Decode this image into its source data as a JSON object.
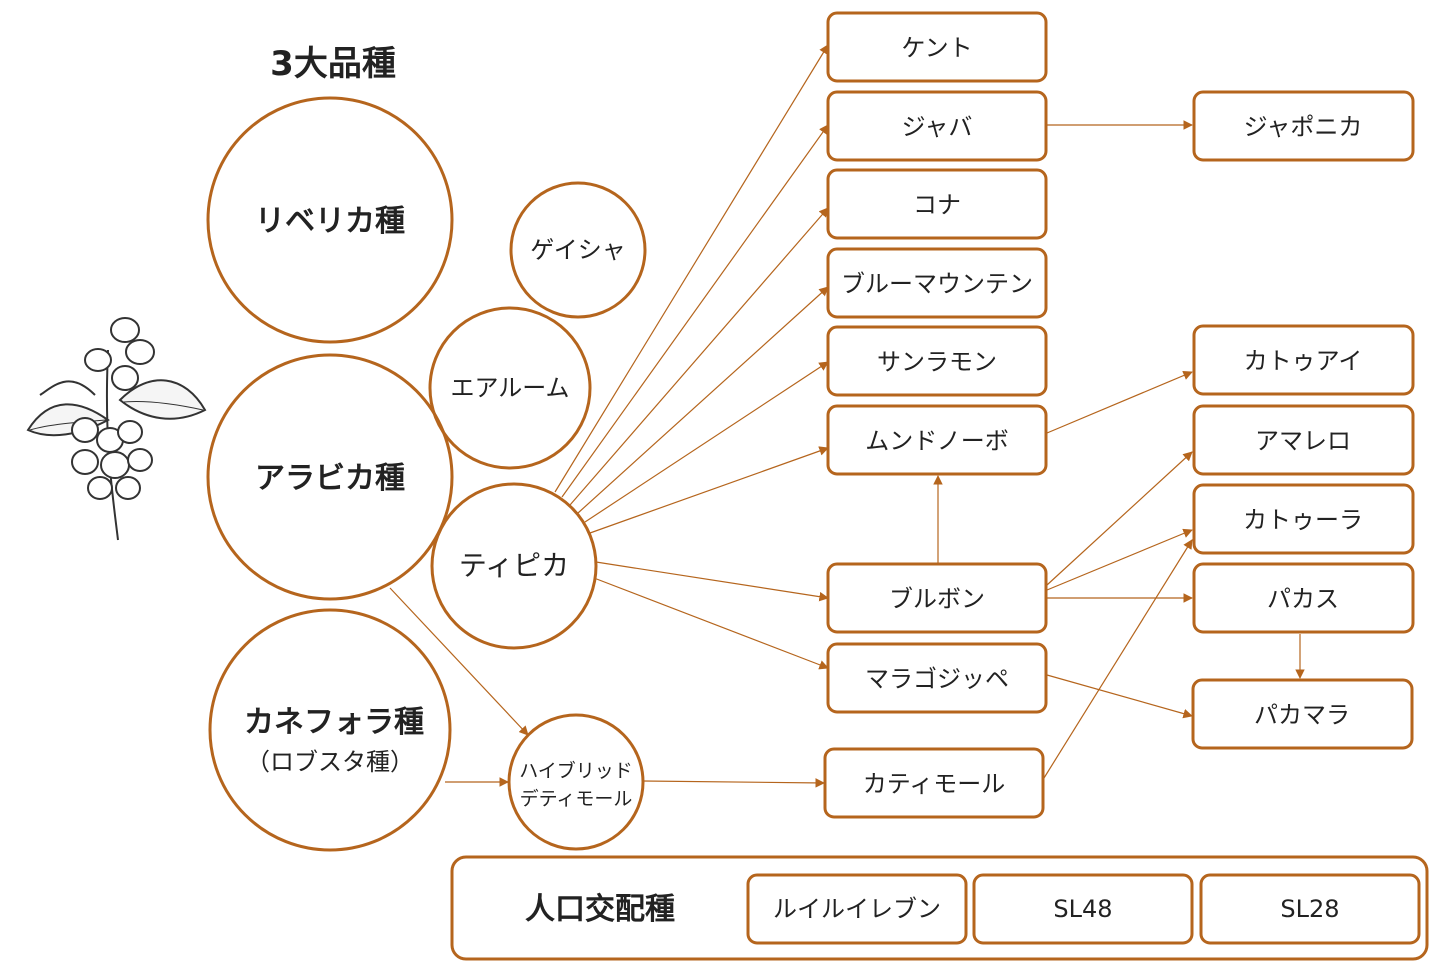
{
  "title": "3大品種",
  "colors": {
    "accent": "#b5651d",
    "text": "#222222",
    "background": "#ffffff"
  },
  "illustration": "coffee-branch-sketch",
  "species": {
    "liberica": "リベリカ種",
    "arabica": "アラビカ種",
    "canephora": "カネフォラ種",
    "canephora_sub": "（ロブスタ種）"
  },
  "varieties": {
    "geisha": "ゲイシャ",
    "heirloom": "エアルーム",
    "typica": "ティピカ",
    "hybrid_line1": "ハイブリッド",
    "hybrid_line2": "デティモール"
  },
  "cultivars": {
    "kent": "ケント",
    "java": "ジャバ",
    "kona": "コナ",
    "blue_mountain": "ブルーマウンテン",
    "san_ramon": "サンラモン",
    "mundo_novo": "ムンドノーボ",
    "bourbon": "ブルボン",
    "maragogype": "マラゴジッペ",
    "catimor": "カティモール",
    "japonica": "ジャポニカ",
    "catuai": "カトゥアイ",
    "amarelo": "アマレロ",
    "caturra": "カトゥーラ",
    "pacas": "パカス",
    "pacamara": "パカマラ"
  },
  "crossbreeds": {
    "label": "人口交配種",
    "items": [
      "ルイルイレブン",
      "SL48",
      "SL28"
    ]
  }
}
